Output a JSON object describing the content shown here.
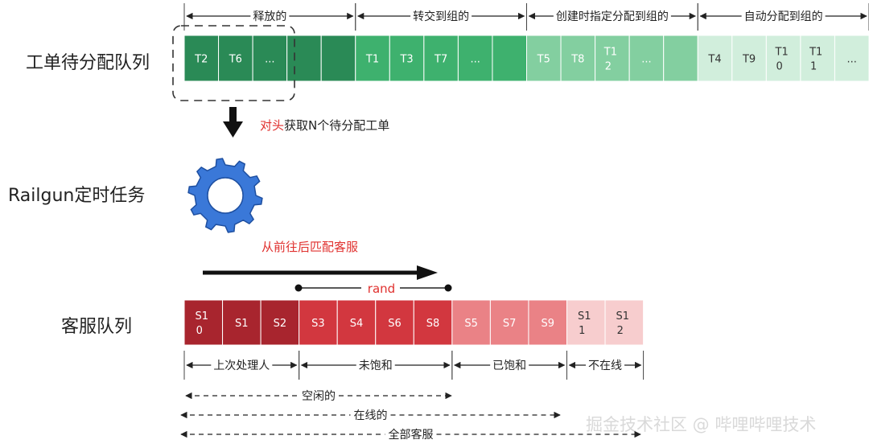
{
  "labels": {
    "ticket_queue": "工单待分配队列",
    "railgun_task": "Railgun定时任务",
    "agent_queue": "客服队列"
  },
  "annotations": {
    "fetch_head": "对头",
    "fetch_rest": "获取N个待分配工单",
    "match_order": "从前往后匹配客服",
    "rand": "rand"
  },
  "ticket_groups": [
    {
      "label": "释放的"
    },
    {
      "label": "转交到组的"
    },
    {
      "label": "创建时指定分配到组的"
    },
    {
      "label": "自动分配到组的"
    }
  ],
  "tickets": [
    {
      "label": "T2",
      "group": 0
    },
    {
      "label": "T6",
      "group": 0
    },
    {
      "label": "...",
      "group": 0
    },
    {
      "label": "",
      "group": 0
    },
    {
      "label": "",
      "group": 0
    },
    {
      "label": "T1",
      "group": 1
    },
    {
      "label": "T3",
      "group": 1
    },
    {
      "label": "T7",
      "group": 1
    },
    {
      "label": "...",
      "group": 1
    },
    {
      "label": "",
      "group": 1
    },
    {
      "label": "T5",
      "group": 2
    },
    {
      "label": "T8",
      "group": 2
    },
    {
      "label": "T12",
      "group": 2
    },
    {
      "label": "...",
      "group": 2
    },
    {
      "label": "",
      "group": 2
    },
    {
      "label": "T4",
      "group": 3
    },
    {
      "label": "T9",
      "group": 3
    },
    {
      "label": "T10",
      "group": 3
    },
    {
      "label": "T11",
      "group": 3
    },
    {
      "label": "...",
      "group": 3
    }
  ],
  "agents": [
    {
      "label": "S10",
      "group": 0
    },
    {
      "label": "S1",
      "group": 0
    },
    {
      "label": "S2",
      "group": 0
    },
    {
      "label": "S3",
      "group": 1
    },
    {
      "label": "S4",
      "group": 1
    },
    {
      "label": "S6",
      "group": 1
    },
    {
      "label": "S8",
      "group": 1
    },
    {
      "label": "S5",
      "group": 2
    },
    {
      "label": "S7",
      "group": 2
    },
    {
      "label": "S9",
      "group": 2
    },
    {
      "label": "S11",
      "group": 3
    },
    {
      "label": "S12",
      "group": 3
    }
  ],
  "agent_groups": [
    {
      "label": "上次处理人"
    },
    {
      "label": "未饱和"
    },
    {
      "label": "已饱和"
    },
    {
      "label": "不在线"
    }
  ],
  "spans": [
    {
      "label": "空闲的"
    },
    {
      "label": "在线的"
    },
    {
      "label": "全部客服"
    }
  ],
  "colors": {
    "ticket_groups": [
      "#2a8a56",
      "#3eb16e",
      "#83cfa0",
      "#d1eedc"
    ],
    "ticket_text": [
      "#ffffff",
      "#ffffff",
      "#ffffff",
      "#333333"
    ],
    "agent_groups": [
      "#a8252e",
      "#d2373f",
      "#ea8286",
      "#f7cdce"
    ],
    "agent_text": [
      "#ffffff",
      "#ffffff",
      "#ffffff",
      "#333333"
    ],
    "gear": "#3a78d8",
    "accent_red": "#e0302e"
  },
  "watermark": "掘金技术社区 @ 哔哩哔哩技术"
}
